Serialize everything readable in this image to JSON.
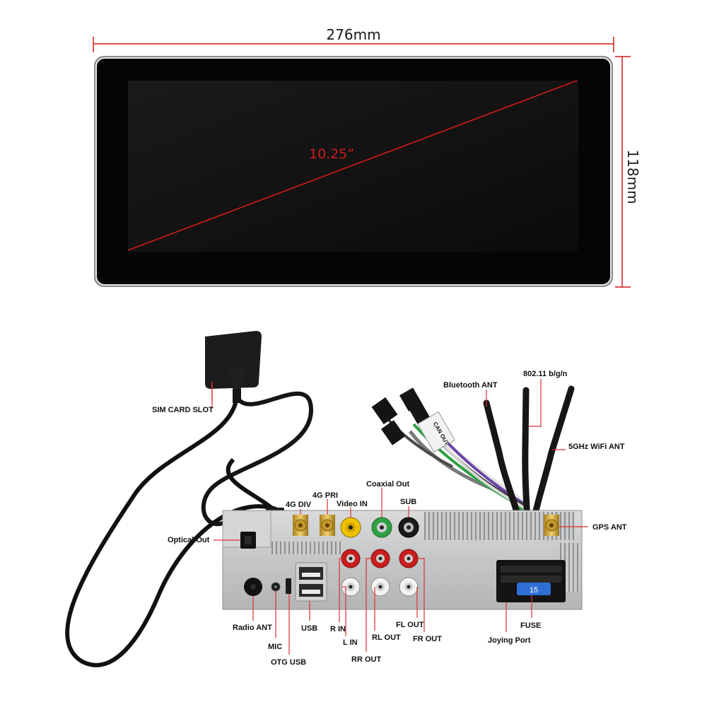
{
  "dimensions": {
    "width": "276mm",
    "height": "118mm",
    "diagonal": "10.25”"
  },
  "connector_labels": {
    "sim_card_slot": "SIM CARD SLOT",
    "bluetooth_ant": "Bluetooth ANT",
    "wifi_802": "802.11 b/g/n",
    "wifi_5ghz": "5GHz WiFi ANT",
    "coaxial_out": "Coaxial Out",
    "gps_ant": "GPS ANT",
    "sub": "SUB",
    "video_in": "Video IN",
    "pri_4g": "4G PRI",
    "div_4g": "4G DIV",
    "optical_out": "Optical Out",
    "radio_ant": "Radio ANT",
    "mic": "MIC",
    "otg_usb": "OTG USB",
    "usb": "USB",
    "r_in": "R IN",
    "l_in": "L IN",
    "rr_out": "RR OUT",
    "rl_out": "RL OUT",
    "fl_out": "FL OUT",
    "fr_out": "FR OUT",
    "joying_port": "Joying Port",
    "fuse": "FUSE",
    "fuse_rating": "15",
    "harness_label": "CAN OUT"
  },
  "colors": {
    "dimension_line": "#d11a1a",
    "accent_red": "#e03030",
    "rca_yellow": "#f2c200",
    "rca_green": "#2ea043",
    "fuse_blue": "#2f6fd6"
  }
}
